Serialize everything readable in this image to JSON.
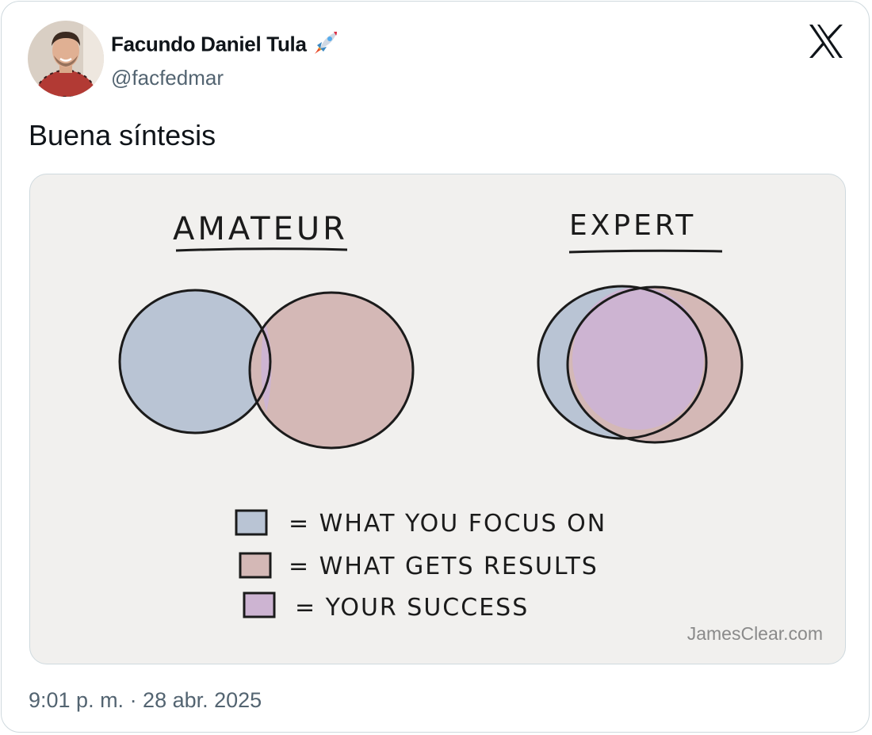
{
  "author": {
    "display_name": "Facundo Daniel Tula",
    "handle": "@facfedmar",
    "name_emoji": "rocket-icon"
  },
  "tweet": {
    "text": "Buena síntesis",
    "timestamp": "9:01 p. m. · 28 abr. 2025"
  },
  "brand": {
    "logo": "x-logo-icon"
  },
  "media": {
    "left_title": "AMATEUR",
    "right_title": "EXPERT",
    "legend": [
      {
        "label": "= WHAT YOU FOCUS ON",
        "color": "#b9c4d4"
      },
      {
        "label": "= WHAT GETS RESULTS",
        "color": "#d4b8b6"
      },
      {
        "label": "= YOUR SUCCESS",
        "color": "#cdb4d2"
      }
    ],
    "watermark": "JamesClear.com"
  }
}
